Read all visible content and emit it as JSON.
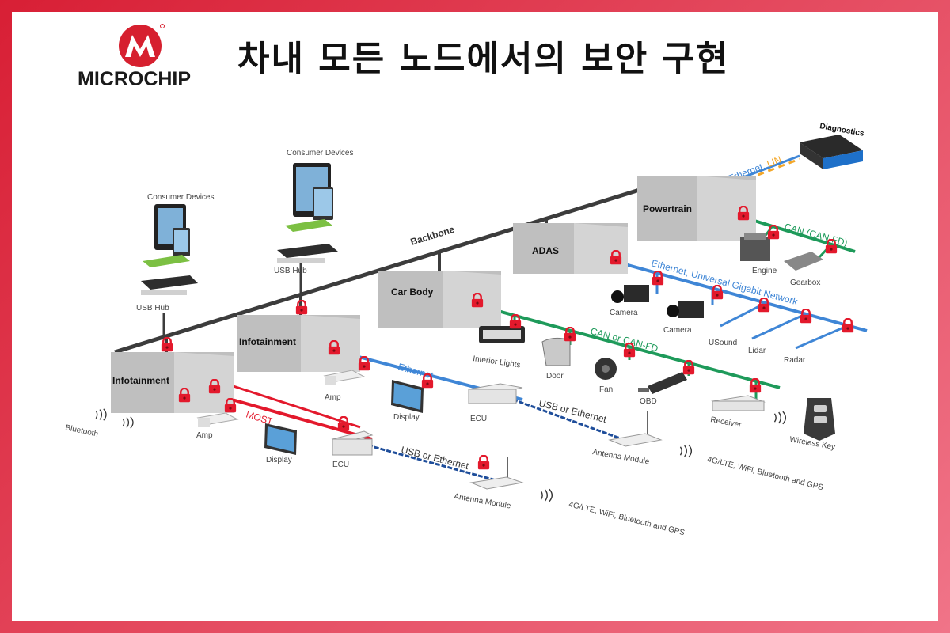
{
  "brand": {
    "name": "MICROCHIP",
    "color": "#d6202f"
  },
  "title": "차내 모든 노드에서의 보안 구현",
  "colors": {
    "lock": "#e3192c",
    "backbone": "#3c3c3c",
    "can": "#1e9a5a",
    "ethernet": "#3f86d6",
    "most": "#e3192c",
    "lin": "#f3a72a",
    "usb": "#1e4d9a"
  },
  "nodes": {
    "infotainment_1": "Infotainment",
    "infotainment_2": "Infotainment",
    "car_body": "Car Body",
    "adas": "ADAS",
    "powertrain": "Powertrain"
  },
  "buses": {
    "backbone": "Backbone",
    "most": "MOST",
    "ethernet": "Ethernet",
    "usb_eth_1": "USB or Ethernet",
    "usb_eth_2": "USB or Ethernet",
    "can_canfd": "CAN or CAN-FD",
    "can_fd": "CAN (CAN-FD)",
    "eth_ugn": "Ethernet, Universal Gigabit Network",
    "eth_lin_eth": "Ethernet, ",
    "eth_lin_lin": "LIN"
  },
  "devices": {
    "consumer_devices_1": "Consumer Devices",
    "consumer_devices_2": "Consumer Devices",
    "usb_hub_1": "USB Hub",
    "usb_hub_2": "USB Hub",
    "bluetooth": "Bluetooth",
    "amp_1": "Amp",
    "display_1": "Display",
    "ecu_1": "ECU",
    "antenna_1": "Antenna Module",
    "wireless_1": "4G/LTE, WiFi, Bluetooth and GPS",
    "amp_2": "Amp",
    "display_2": "Display",
    "ecu_2": "ECU",
    "antenna_2": "Antenna Module",
    "wireless_2": "4G/LTE, WiFi, Bluetooth and GPS",
    "interior_lights": "Interior Lights",
    "door": "Door",
    "fan": "Fan",
    "obd": "OBD",
    "receiver": "Receiver",
    "wireless_key": "Wireless Key",
    "camera_1": "Camera",
    "camera_2": "Camera",
    "usound": "USound",
    "lidar": "Lidar",
    "radar": "Radar",
    "engine": "Engine",
    "gearbox": "Gearbox",
    "diagnostics": "Diagnostics"
  }
}
